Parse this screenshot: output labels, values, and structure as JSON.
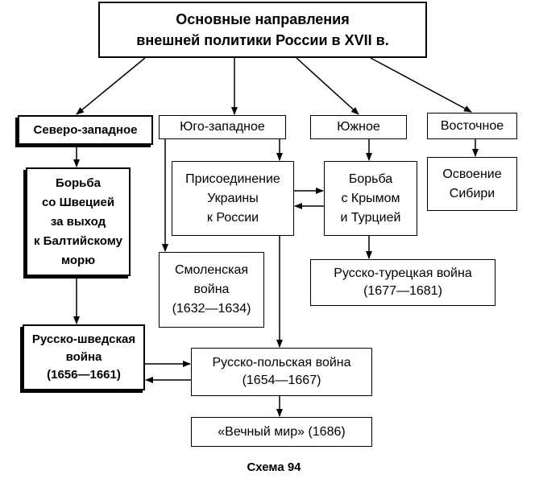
{
  "title": {
    "lines": [
      "Основные направления",
      "внешней политики России в XVII в."
    ]
  },
  "directions": {
    "northwest": "Северо-западное",
    "southwest": "Юго-западное",
    "south": "Южное",
    "east": "Восточное"
  },
  "boxes": {
    "baltic": {
      "lines": [
        "Борьба",
        "со Швецией",
        "за выход",
        "к Балтийскому",
        "морю"
      ]
    },
    "ukraine": {
      "lines": [
        "Присоединение",
        "Украины",
        "к России"
      ]
    },
    "crimea": {
      "lines": [
        "Борьба",
        "с Крымом",
        "и Турцией"
      ]
    },
    "siberia": {
      "lines": [
        "Освоение",
        "Сибири"
      ]
    },
    "smolensk": {
      "lines": [
        "Смоленская",
        "война",
        "(1632—1634)"
      ]
    },
    "turkish_war": {
      "lines": [
        "Русско-турецкая война",
        "(1677—1681)"
      ]
    },
    "swedish_war": {
      "lines": [
        "Русско-шведская",
        "война",
        "(1656—1661)"
      ]
    },
    "polish_war": {
      "lines": [
        "Русско-польская война",
        "(1654—1667)"
      ]
    },
    "eternal_peace": {
      "lines": [
        "«Вечный мир» (1686)"
      ]
    }
  },
  "caption": "Схема 94"
}
